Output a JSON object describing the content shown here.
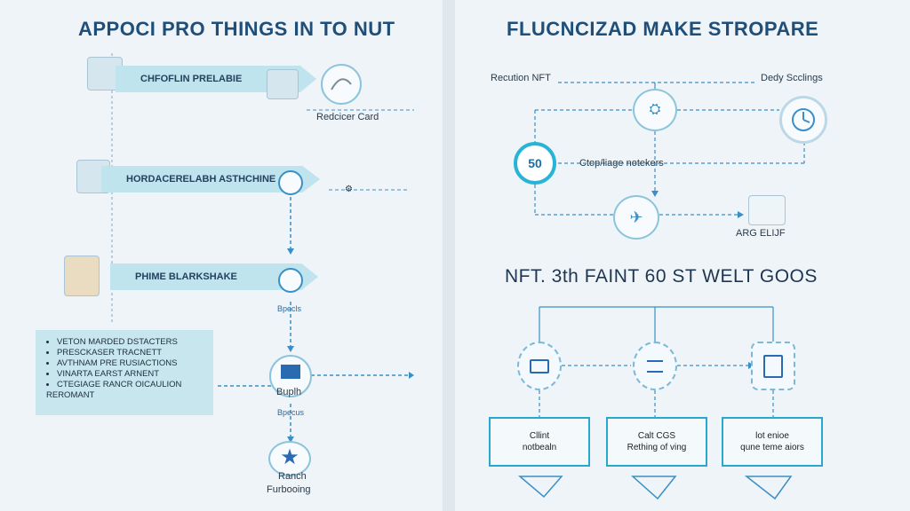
{
  "left": {
    "title": "APPOCI PRO THINGS IN TO NUT",
    "banners": [
      "CHFOFLIN PRELABIE",
      "HORDACERELABH ASTHCHINE",
      "PHIME BLARKSHAKE"
    ],
    "reducer_label": "Redcicer Card",
    "list_items": [
      "VETON MARDED DSTACTERS",
      "PRESCKASER TRACNETT",
      "AVTHNAM PRE RUSIACTIONS",
      "VINARTA EARST ARNENT",
      "CTEGIAGE RANCR OICAULION"
    ],
    "list_footer": "REROMANT",
    "step_label_1": "Buplh",
    "step_label_2": "Ranch",
    "step_label_3": "Furbooing",
    "tiny_1": "Bpecls",
    "tiny_2": "Bpecus"
  },
  "right": {
    "title": "FLUCNCIZAD MAKE STROPARE",
    "label_top_left": "Recution NFT",
    "label_top_right": "Dedy Scclings",
    "badge_value": "50",
    "label_mid": "Ctop/liage notekers",
    "label_bottom": "ARG ELIJF",
    "subtitle": "NFT. 3th FAINT 60 ST WELT GOOS",
    "box_1": [
      "Cllint",
      "notbealn"
    ],
    "box_2": [
      "Calt CGS",
      "Rething of ving"
    ],
    "box_3": [
      "lot enioe",
      "qune teme aiors"
    ]
  },
  "colors": {
    "accent": "#28b4d6",
    "title": "#1f4e79",
    "banner": "#bfe4ee",
    "line": "#3a8fc7"
  }
}
